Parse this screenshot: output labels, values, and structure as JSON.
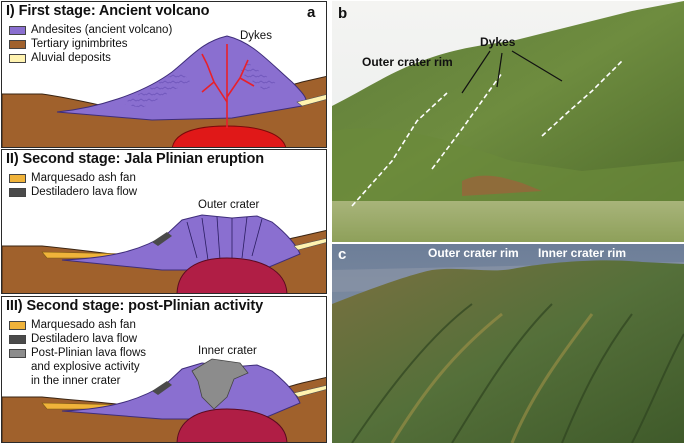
{
  "panels": {
    "stage1": {
      "title": "I) First stage: Ancient volcano",
      "letter": "a",
      "legend": [
        {
          "label": "Andesites (ancient volcano)",
          "color": "#8a6fd0"
        },
        {
          "label": "Tertiary ignimbrites",
          "color": "#a0612c"
        },
        {
          "label": "Aluvial deposits",
          "color": "#fff3b0"
        }
      ],
      "callout": "Dykes"
    },
    "stage2": {
      "title": "II) Second stage: Jala Plinian eruption",
      "legend": [
        {
          "label": "Marquesado ash fan",
          "color": "#f0b33a"
        },
        {
          "label": "Destiladero lava flow",
          "color": "#4a4a4a"
        }
      ],
      "callout": "Outer crater"
    },
    "stage3": {
      "title": "III) Second stage: post-Plinian activity",
      "legend": [
        {
          "label": "Marquesado ash fan",
          "color": "#f0b33a"
        },
        {
          "label": "Destiladero lava flow",
          "color": "#4a4a4a"
        },
        {
          "label": "Post-Plinian lava flows",
          "color": "#8c8c8c"
        }
      ],
      "legend_extra": [
        "and explosive activity",
        "in the inner crater"
      ],
      "callout": "Inner crater"
    },
    "photo_b": {
      "letter": "b",
      "labels": {
        "outer_rim": "Outer crater rim",
        "dykes": "Dykes"
      }
    },
    "photo_c": {
      "letter": "c",
      "labels": {
        "outer_rim": "Outer crater rim",
        "inner_rim": "Inner crater rim"
      }
    }
  },
  "colors": {
    "andesite": "#8a6fd0",
    "ignimbrite": "#a0612c",
    "alluvial": "#fff3b0",
    "magma": "#e01818",
    "magma_chamber": "#b01e45",
    "dyke": "#e8202a",
    "ash": "#f0b33a",
    "lava_destiladero": "#4a4a4a",
    "lava_post_plinian": "#8c8c8c"
  }
}
